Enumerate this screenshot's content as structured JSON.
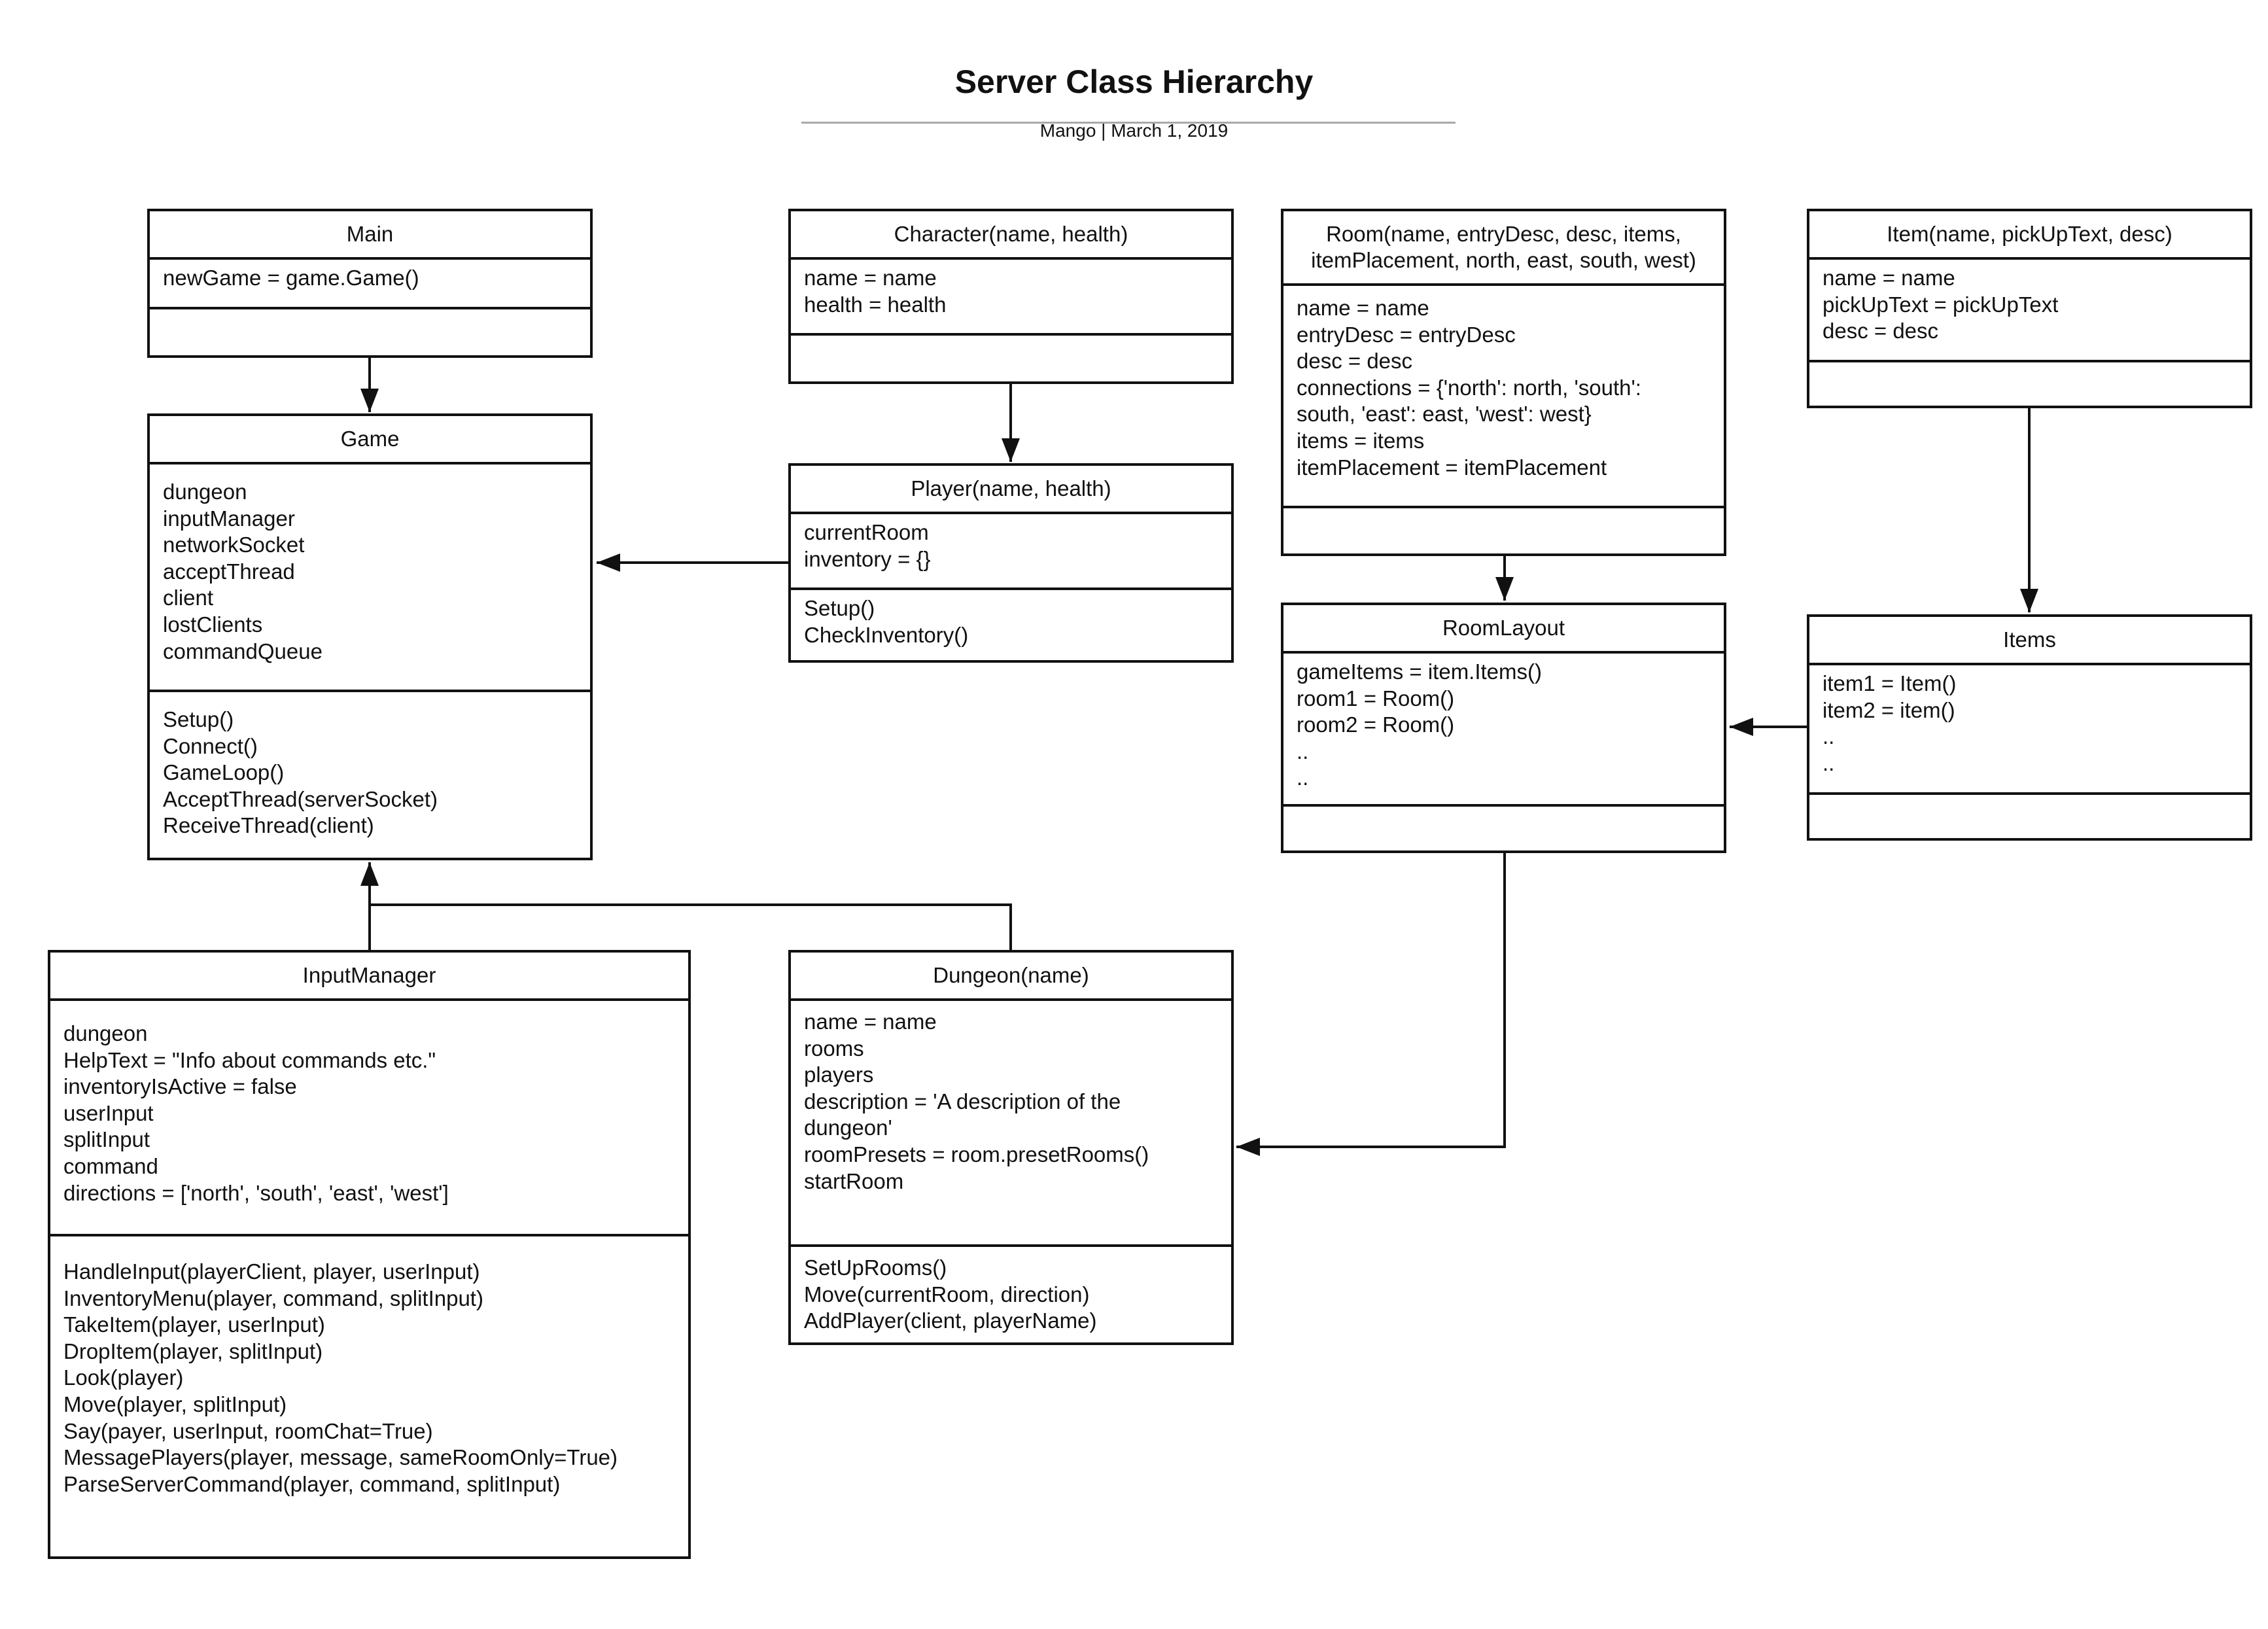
{
  "header": {
    "title": "Server Class Hierarchy",
    "subtitle": "Mango  |  March 1, 2019"
  },
  "classes": {
    "main": {
      "name": "Main",
      "attributes": [
        "newGame = game.Game()"
      ],
      "methods": []
    },
    "character": {
      "name": "Character(name, health)",
      "attributes": [
        "name = name",
        "health = health"
      ],
      "methods": []
    },
    "room": {
      "name": "Room(name, entryDesc, desc, items,\nitemPlacement, north, east, south, west)",
      "attributes": [
        "name = name",
        "entryDesc = entryDesc",
        "desc = desc",
        "connections = {'north': north, 'south':",
        "south, 'east': east, 'west': west}",
        "items = items",
        "itemPlacement = itemPlacement"
      ],
      "methods": []
    },
    "item": {
      "name": "Item(name, pickUpText, desc)",
      "attributes": [
        "name = name",
        "pickUpText = pickUpText",
        "desc = desc"
      ],
      "methods": []
    },
    "game": {
      "name": "Game",
      "attributes": [
        "dungeon",
        "inputManager",
        "networkSocket",
        "acceptThread",
        "client",
        "lostClients",
        "commandQueue"
      ],
      "methods": [
        "Setup()",
        "Connect()",
        "GameLoop()",
        "AcceptThread(serverSocket)",
        "ReceiveThread(client)"
      ]
    },
    "player": {
      "name": "Player(name, health)",
      "attributes": [
        "currentRoom",
        "inventory = {}"
      ],
      "methods": [
        "Setup()",
        "CheckInventory()"
      ]
    },
    "roomlayout": {
      "name": "RoomLayout",
      "attributes": [
        "gameItems = item.Items()",
        "room1 = Room()",
        "room2 = Room()",
        "..",
        ".."
      ],
      "methods": []
    },
    "items": {
      "name": "Items",
      "attributes": [
        "item1 = Item()",
        "item2 = item()",
        "..",
        ".."
      ],
      "methods": []
    },
    "inputmanager": {
      "name": "InputManager",
      "attributes": [
        "dungeon",
        "HelpText = \"Info about commands etc.\"",
        "inventoryIsActive = false",
        "userInput",
        "splitInput",
        "command",
        "directions = ['north', 'south', 'east', 'west']"
      ],
      "methods": [
        "HandleInput(playerClient, player, userInput)",
        "InventoryMenu(player, command, splitInput)",
        "TakeItem(player, userInput)",
        "DropItem(player, splitInput)",
        "Look(player)",
        "Move(player, splitInput)",
        "Say(payer, userInput, roomChat=True)",
        "MessagePlayers(player, message, sameRoomOnly=True)",
        "ParseServerCommand(player, command, splitInput)"
      ]
    },
    "dungeon": {
      "name": "Dungeon(name)",
      "attributes": [
        "name = name",
        "rooms",
        "players",
        "description = 'A description of the",
        "dungeon'",
        "roomPresets = room.presetRooms()",
        "startRoom"
      ],
      "methods": [
        "SetUpRooms()",
        "Move(currentRoom, direction)",
        "AddPlayer(client, playerName)"
      ]
    }
  }
}
